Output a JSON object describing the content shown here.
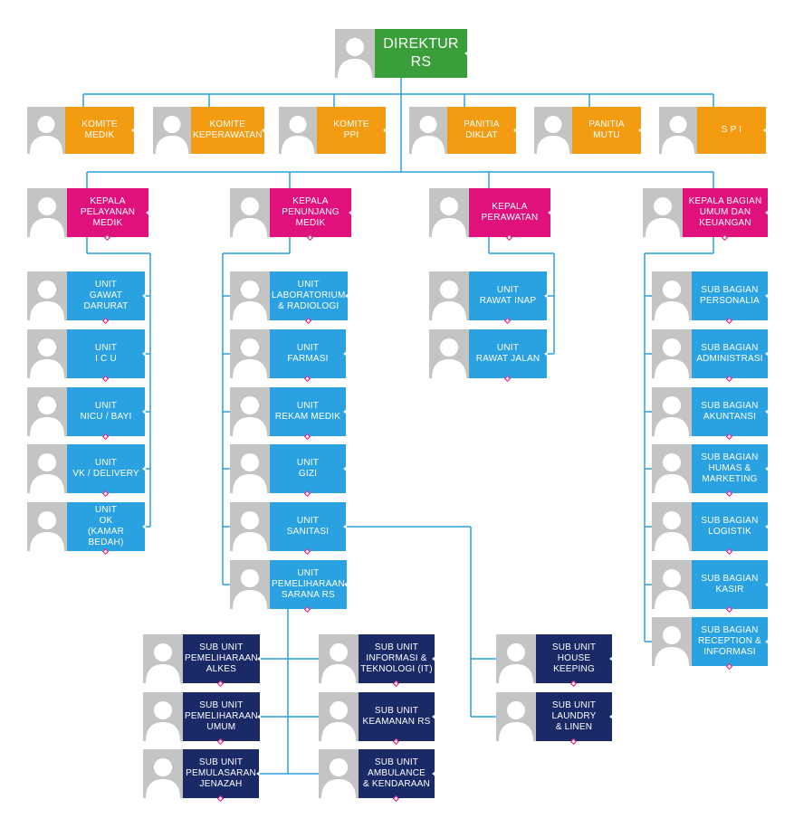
{
  "colors": {
    "line": "#2aa1e0",
    "green": "#3a9e3a",
    "orange": "#f39c12",
    "pink": "#e0117c",
    "blue": "#2aa1e0",
    "navy": "#1a2a66",
    "photo_bg": "#c4c4c4"
  },
  "icons": {
    "photo": "person-silhouette-icon",
    "expand": "diamond-icon"
  },
  "nodes": {
    "direktur": "DIREKTUR\nRS",
    "komite_medik": "KOMITE\nMEDIK",
    "komite_keperawatan": "KOMITE\nKEPERAWATAN",
    "komite_ppi": "KOMITE\nPPI",
    "panitia_diklat": "PANITIA\nDIKLAT",
    "panitia_mutu": "PANITIA\nMUTU",
    "spi": "S P I",
    "kepala_pelayanan_medik": "KEPALA\nPELAYANAN\nMEDIK",
    "kepala_penunjang_medik": "KEPALA\nPENUNJANG\nMEDIK",
    "kepala_perawatan": "KEPALA\nPERAWATAN",
    "kepala_umum_keuangan": "KEPALA BAGIAN\nUMUM DAN\nKEUANGAN",
    "unit_gawat_darurat": "UNIT\nGAWAT\nDARURAT",
    "unit_icu": "UNIT\nI C U",
    "unit_nicu_bayi": "UNIT\nNICU / BAYI",
    "unit_vk_delivery": "UNIT\nVK / DELIVERY",
    "unit_ok": "UNIT\nOK\n(KAMAR BEDAH)",
    "unit_lab_radiologi": "UNIT\nLABORATORIUM\n& RADIOLOGI",
    "unit_farmasi": "UNIT\nFARMASI",
    "unit_rekam_medik": "UNIT\nREKAM MEDIK",
    "unit_gizi": "UNIT\nGIZI",
    "unit_sanitasi": "UNIT\nSANITASI",
    "unit_pemeliharaan_sarana": "UNIT\nPEMELIHARAAN\nSARANA RS",
    "unit_rawat_inap": "UNIT\nRAWAT INAP",
    "unit_rawat_jalan": "UNIT\nRAWAT JALAN",
    "sub_personalia": "SUB BAGIAN\nPERSONALIA",
    "sub_administrasi": "SUB BAGIAN\nADMINISTRASI",
    "sub_akuntansi": "SUB BAGIAN\nAKUNTANSI",
    "sub_humas_marketing": "SUB BAGIAN\nHUMAS &\nMARKETING",
    "sub_logistik": "SUB BAGIAN\nLOGISTIK",
    "sub_kasir": "SUB BAGIAN\nKASIR",
    "sub_reception_informasi": "SUB BAGIAN\nRECEPTION &\nINFORMASI",
    "subunit_pemeliharaan_alkes": "SUB UNIT\nPEMELIHARAAN\nALKES",
    "subunit_pemeliharaan_umum": "SUB UNIT\nPEMELIHARAAN\nUMUM",
    "subunit_pemulasaran_jenazah": "SUB UNIT\nPEMULASARAN\nJENAZAH",
    "subunit_it": "SUB UNIT\nINFORMASI &\nTEKNOLOGI (IT)",
    "subunit_keamanan": "SUB UNIT\nKEAMANAN RS",
    "subunit_ambulance": "SUB UNIT\nAMBULANCE\n& KENDARAAN",
    "subunit_house_keeping": "SUB UNIT\nHOUSE\nKEEPING",
    "subunit_laundry_linen": "SUB UNIT\nLAUNDRY\n& LINEN"
  }
}
